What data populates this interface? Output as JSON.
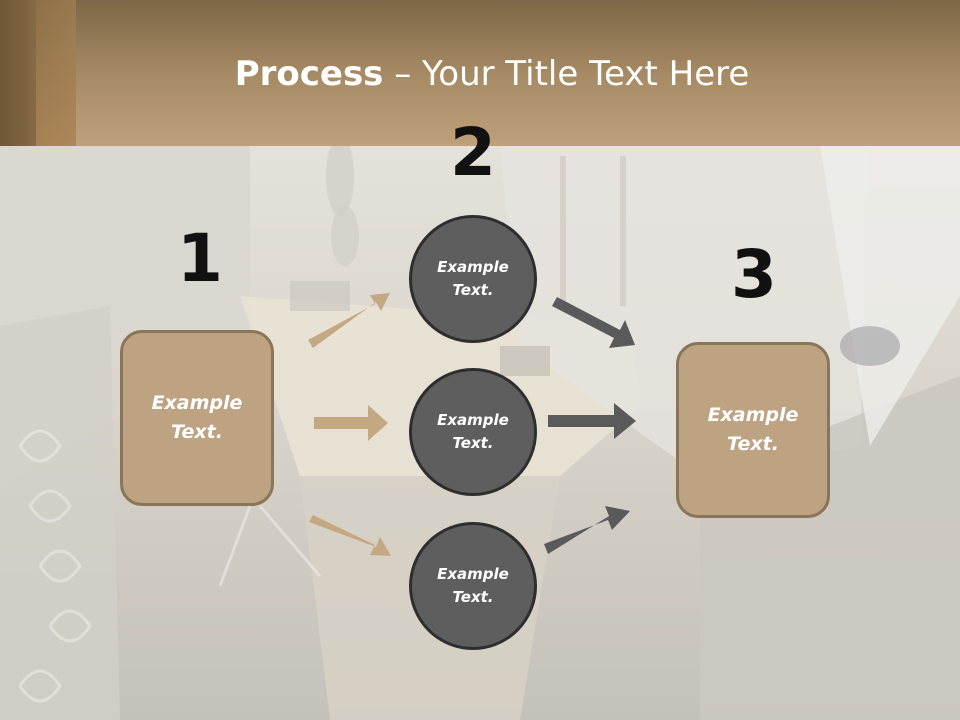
{
  "title": {
    "bold": "Process",
    "rest": " – Your Title Text Here"
  },
  "steps": [
    {
      "number": "1",
      "label": "Example Text."
    },
    {
      "number": "2",
      "labels": [
        "Example Text.",
        "Example Text.",
        "Example Text."
      ]
    },
    {
      "number": "3",
      "label": "Example Text."
    }
  ],
  "colors": {
    "tan": "#bea383",
    "tan_border": "#8a7558",
    "circle": "#5e5e5e",
    "circle_border": "#2e2e2e",
    "arrow_tan": "#c4a882",
    "arrow_gray": "#5a5a5a"
  }
}
